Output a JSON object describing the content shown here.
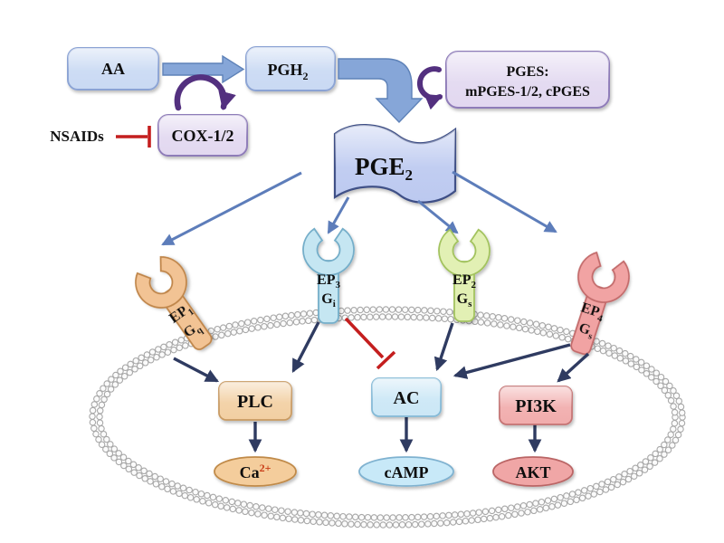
{
  "nodes": {
    "aa": "AA",
    "pgh2_main": "PGH",
    "pgh2_sub": "2",
    "cox": "COX-1/2",
    "nsaids": "NSAIDs",
    "pges_line1": "PGES:",
    "pges_line2": "mPGES-1/2, cPGES",
    "pge2_main": "PGE",
    "pge2_sub": "2"
  },
  "receptors": [
    {
      "name": "EP1",
      "label": "EP",
      "sub": "1",
      "g_label": "G",
      "g_sub": "q",
      "fill": "#F2C394",
      "border": "#BF8549"
    },
    {
      "name": "EP3",
      "label": "EP",
      "sub": "3",
      "g_label": "G",
      "g_sub": "i",
      "fill": "#C5E6F2",
      "border": "#74AEC9"
    },
    {
      "name": "EP2",
      "label": "EP",
      "sub": "2",
      "g_label": "G",
      "g_sub": "s",
      "fill": "#E2F0B4",
      "border": "#A3C35F"
    },
    {
      "name": "EP4",
      "label": "EP",
      "sub": "4",
      "g_label": "G",
      "g_sub": "s",
      "fill": "#F1A3A3",
      "border": "#C26A6A"
    }
  ],
  "effectors": [
    {
      "enzyme": "PLC",
      "messenger_main": "Ca",
      "messenger_sup": "2+",
      "sup_color": "#C83A14",
      "box_fill": "#F2CFA2",
      "box_border": "#C89A62",
      "ellipse_fill": "#F4CD9C",
      "ellipse_border": "#C08A48"
    },
    {
      "enzyme": "AC",
      "messenger_main": "cAMP",
      "messenger_sup": "",
      "sup_color": "#111111",
      "box_fill": "#CBE7F6",
      "box_border": "#83B9D6",
      "ellipse_fill": "#C8E9F8",
      "ellipse_border": "#7FB2D0"
    },
    {
      "enzyme": "PI3K",
      "messenger_main": "AKT",
      "messenger_sup": "",
      "sup_color": "#111111",
      "box_fill": "#F1ACAC",
      "box_border": "#C47272",
      "ellipse_fill": "#F0A6A6",
      "ellipse_border": "#BA6565"
    }
  ],
  "colors": {
    "box_blue_fill": "#C9D9F3",
    "box_blue_border": "#8BA3D4",
    "box_purple_fill": "#E2D8F0",
    "box_purple_border": "#8E7BB8",
    "banner_fill": "#BCC9F0",
    "banner_border": "#3D4E85",
    "block_arrow_fill": "#86A6D8",
    "block_arrow_border": "#5E82B8",
    "pointer_arrow": "#5D7DBA",
    "cell_arrow": "#2F3B61",
    "inhibit_red": "#C41E1E",
    "nsaids_red": "#C00000",
    "curved_arrow_purple": "#53307F",
    "membrane_bead_stroke": "#A8A8A8",
    "membrane_bead_fill": "#FBFBFB"
  }
}
